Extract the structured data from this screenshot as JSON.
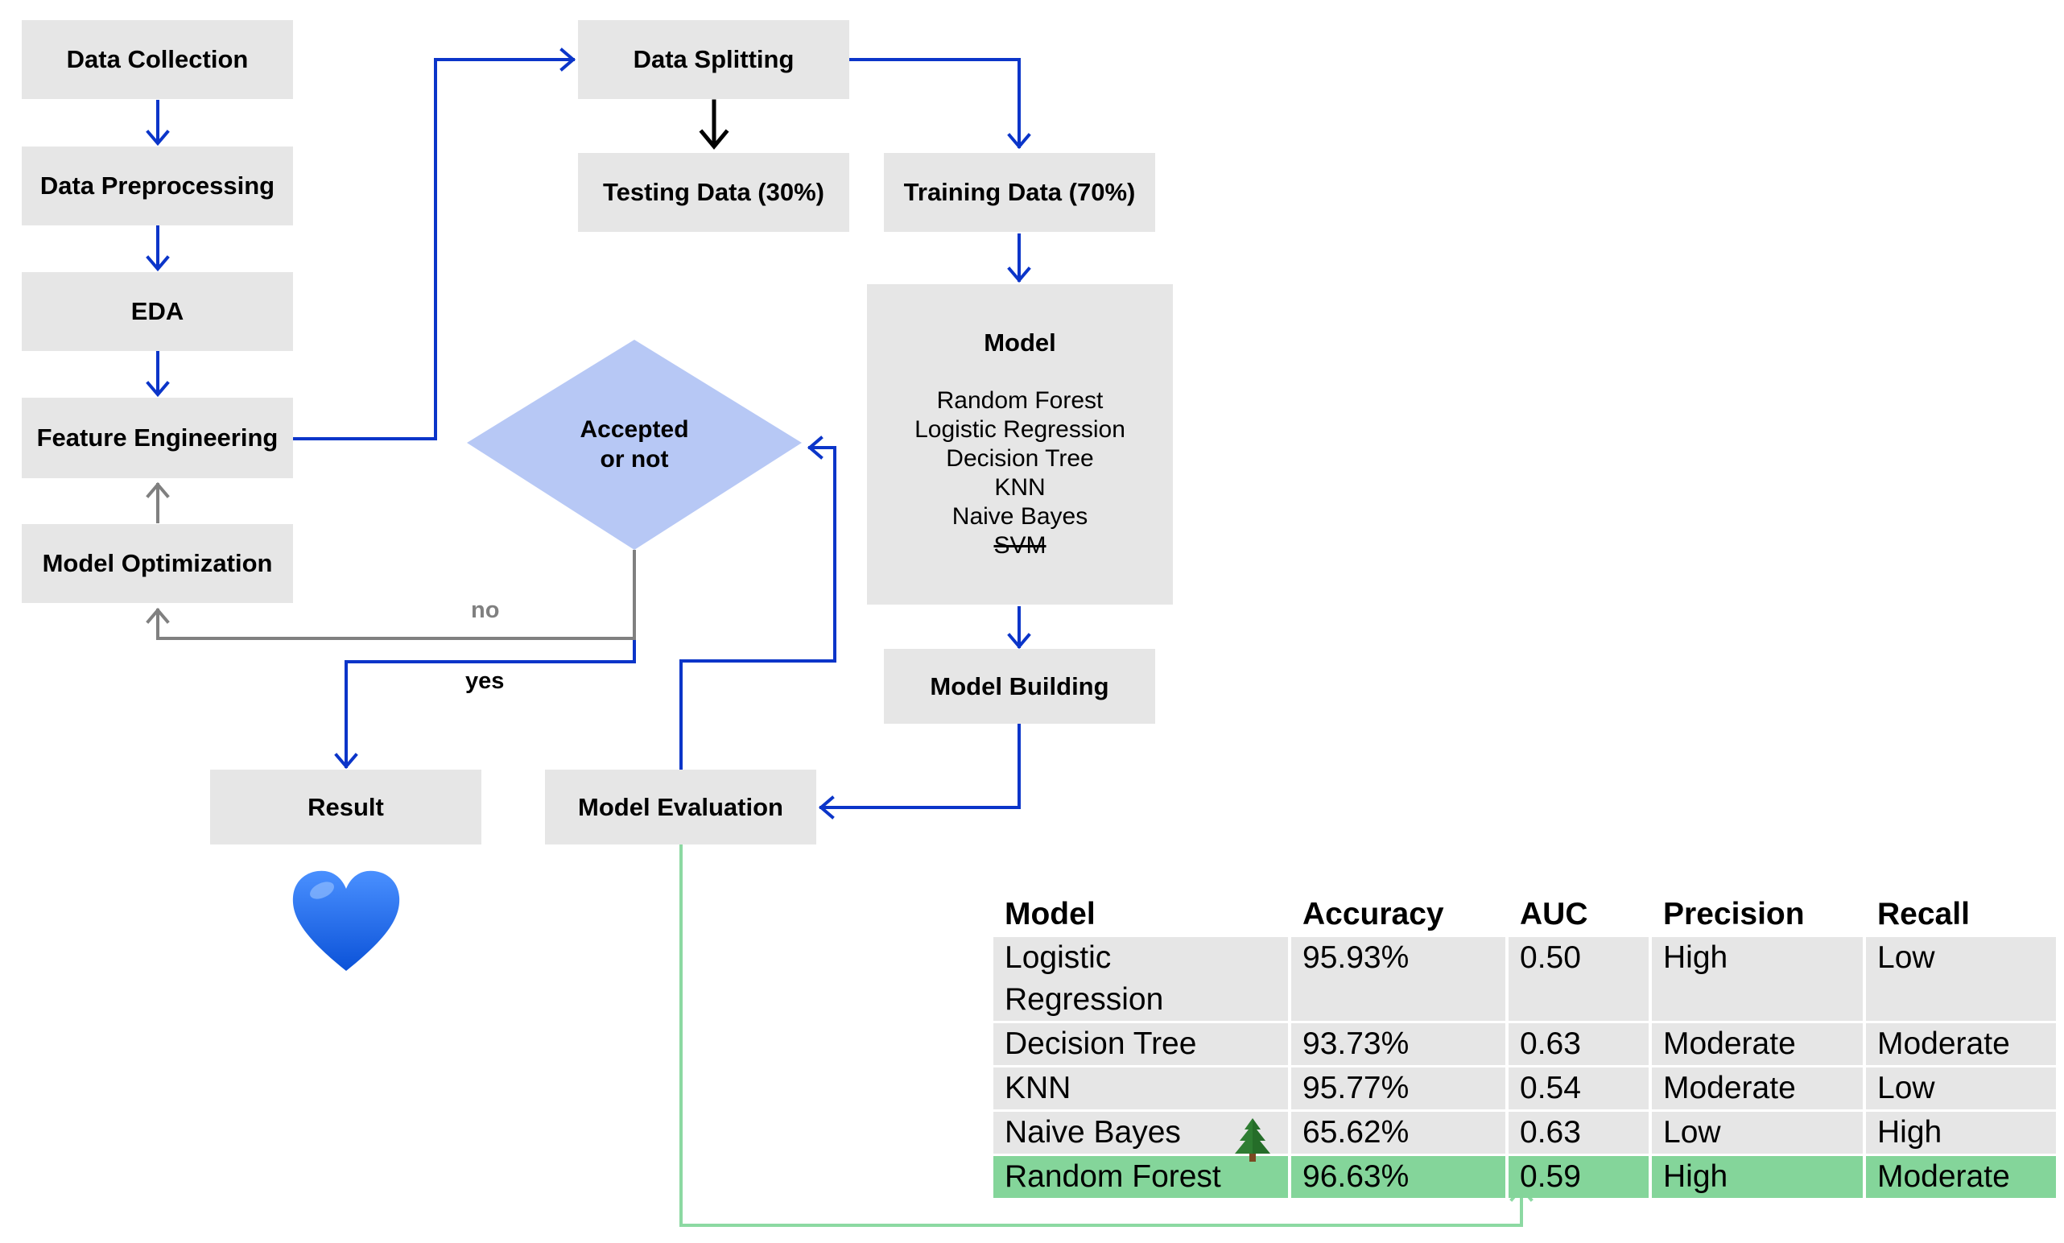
{
  "pipeline": {
    "data_collection": "Data Collection",
    "data_preprocessing": "Data Preprocessing",
    "eda": "EDA",
    "feature_engineering": "Feature Engineering",
    "model_optimization": "Model Optimization",
    "data_splitting": "Data Splitting",
    "testing_data": "Testing Data (30%)",
    "training_data": "Training Data (70%)",
    "model_building": "Model Building",
    "model_evaluation": "Model Evaluation",
    "result": "Result"
  },
  "model_box": {
    "title": "Model",
    "items": [
      "Random Forest",
      "Logistic Regression",
      "Decision Tree",
      "KNN",
      "Naive Bayes"
    ],
    "struck_item": "SVM"
  },
  "decision": {
    "line1": "Accepted",
    "line2": "or not",
    "no_label": "no",
    "yes_label": "yes"
  },
  "icons": {
    "result_icon": "blue-heart-icon",
    "best_model_icon": "evergreen-tree-icon"
  },
  "colors": {
    "arrow_blue": "#0b35c9",
    "arrow_gray": "#808080",
    "arrow_green": "#8cd9a2",
    "box_gray": "#e6e6e6",
    "diamond_blue": "#b7c8f5",
    "highlight_green": "#84d59a"
  },
  "results_table": {
    "headers": [
      "Model",
      "Accuracy",
      "AUC",
      "Precision",
      "Recall"
    ],
    "rows": [
      {
        "model": "Logistic Regression",
        "accuracy": "95.93%",
        "auc": "0.50",
        "precision": "High",
        "recall": "Low"
      },
      {
        "model": "Decision Tree",
        "accuracy": "93.73%",
        "auc": "0.63",
        "precision": "Moderate",
        "recall": "Moderate"
      },
      {
        "model": "KNN",
        "accuracy": "95.77%",
        "auc": "0.54",
        "precision": "Moderate",
        "recall": "Low"
      },
      {
        "model": "Naive Bayes",
        "accuracy": "65.62%",
        "auc": "0.63",
        "precision": "Low",
        "recall": "High"
      },
      {
        "model": "Random Forest",
        "accuracy": "96.63%",
        "auc": "0.59",
        "precision": "High",
        "recall": "Moderate"
      }
    ],
    "highlighted_row": "Random Forest"
  }
}
